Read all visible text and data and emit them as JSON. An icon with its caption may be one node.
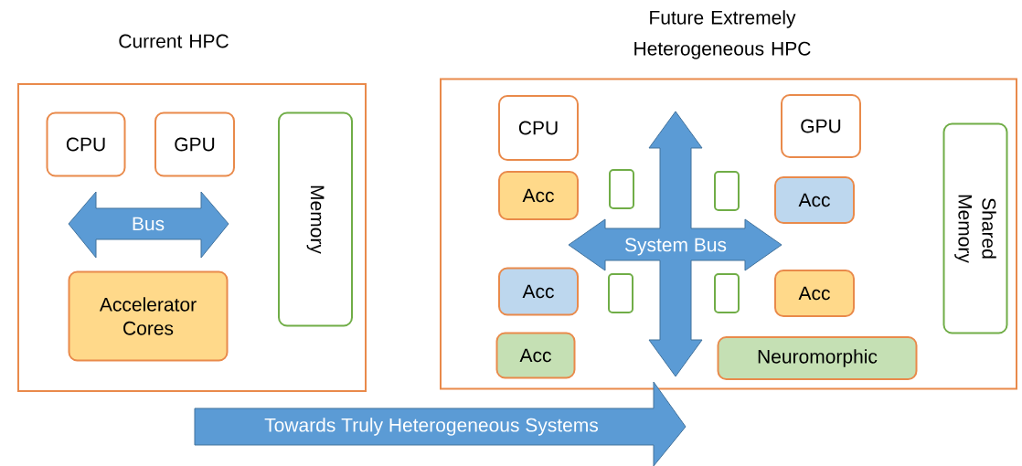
{
  "diagram": {
    "nodes": [
      {
        "text": [
          "Current HPC"
        ]
      },
      {
        "text": [
          "CPU"
        ],
        "in": 0
      },
      {
        "text": [
          "GPU"
        ],
        "in": 0
      },
      {
        "text": [
          "Memory"
        ],
        "in": 0
      },
      {
        "text": [
          "Accelerator Cores"
        ],
        "in": 0
      },
      {
        "text": [
          "Future Extremely Heterogeneous HPC"
        ]
      },
      {
        "text": [
          "CPU"
        ],
        "in": 5
      },
      {
        "text": [
          "GPU"
        ],
        "in": 5
      },
      {
        "text": [
          "Acc"
        ],
        "in": 5
      },
      {
        "text": [
          "Acc"
        ],
        "in": 5
      },
      {
        "text": [
          "Acc"
        ],
        "in": 5
      },
      {
        "text": [
          "Acc"
        ],
        "in": 5
      },
      {
        "text": [
          "Acc"
        ],
        "in": 5
      },
      {
        "text": [
          "Neuromorphic"
        ],
        "in": 5
      },
      {
        "text": [
          "Shared Memory"
        ],
        "in": 5
      },
      {
        "text": [],
        "shape": "box",
        "in": 5
      },
      {
        "text": [],
        "shape": "box",
        "in": 5
      },
      {
        "text": [],
        "shape": "box",
        "in": 5
      },
      {
        "text": [],
        "shape": "box",
        "in": 5
      }
    ],
    "labels": [
      "Bus",
      "System Bus",
      "Towards Truly Heterogeneous Systems"
    ]
  }
}
